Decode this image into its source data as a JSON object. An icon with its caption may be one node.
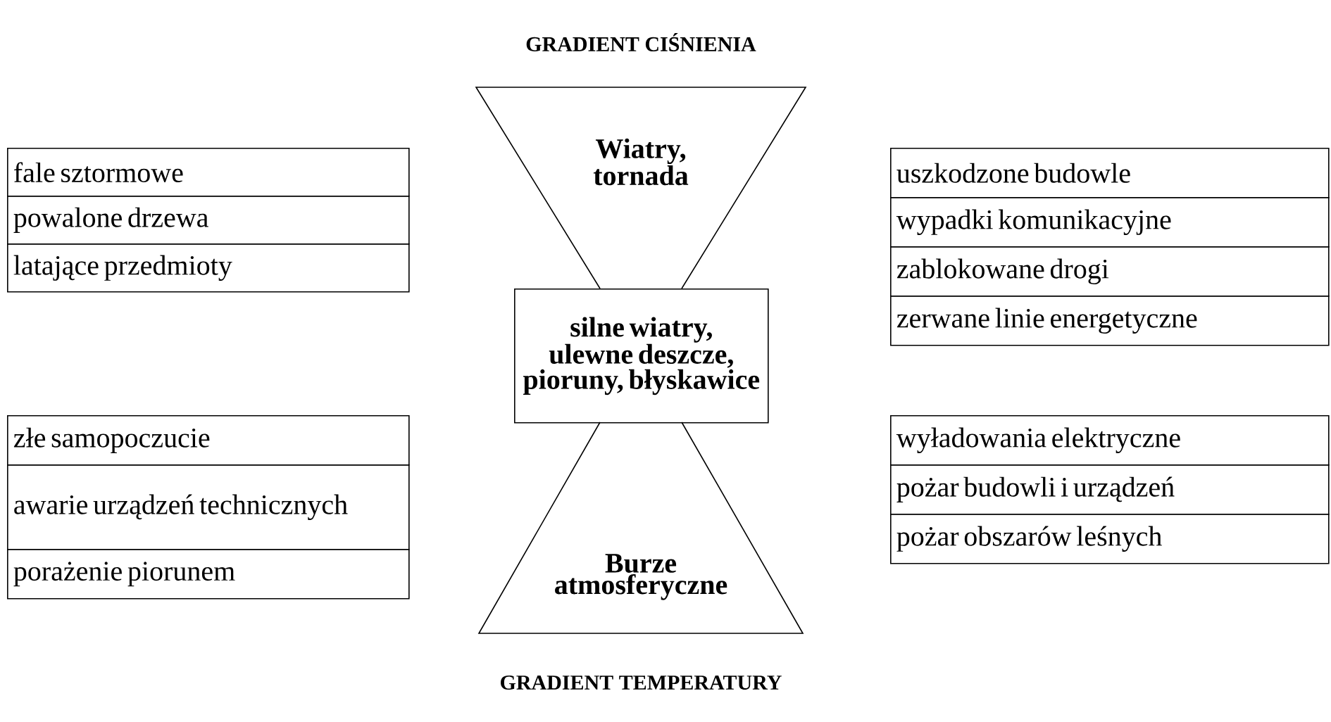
{
  "diagram": {
    "title": "GRADIENT CIŚNIENIA",
    "nodes": [
      {
        "text": [
          "Wiatry, tornada"
        ]
      },
      {
        "text": [
          "silne wiatry, ulewne deszcze, pioruny, błyskawice"
        ]
      },
      {
        "text": [
          "Burze atmosferyczne"
        ]
      },
      {
        "text": [
          "fale sztormowe"
        ]
      },
      {
        "text": [
          "powalone drzewa"
        ]
      },
      {
        "text": [
          "latające przedmioty"
        ]
      },
      {
        "text": [
          "uszkodzone budowle"
        ]
      },
      {
        "text": [
          "wypadki komunikacyjne"
        ]
      },
      {
        "text": [
          "zablokowane drogi"
        ]
      },
      {
        "text": [
          "zerwane linie energetyczne"
        ]
      },
      {
        "text": [
          "złe samopoczucie"
        ]
      },
      {
        "text": [
          "awarie urządzeń technicznych"
        ]
      },
      {
        "text": [
          "porażenie piorunem"
        ]
      },
      {
        "text": [
          "wyładowania elektryczne"
        ]
      },
      {
        "text": [
          "pożar budowli i urządzeń"
        ]
      },
      {
        "text": [
          "pożar obszarów leśnych"
        ]
      }
    ],
    "labels": [
      "GRADIENT TEMPERATURY"
    ]
  }
}
